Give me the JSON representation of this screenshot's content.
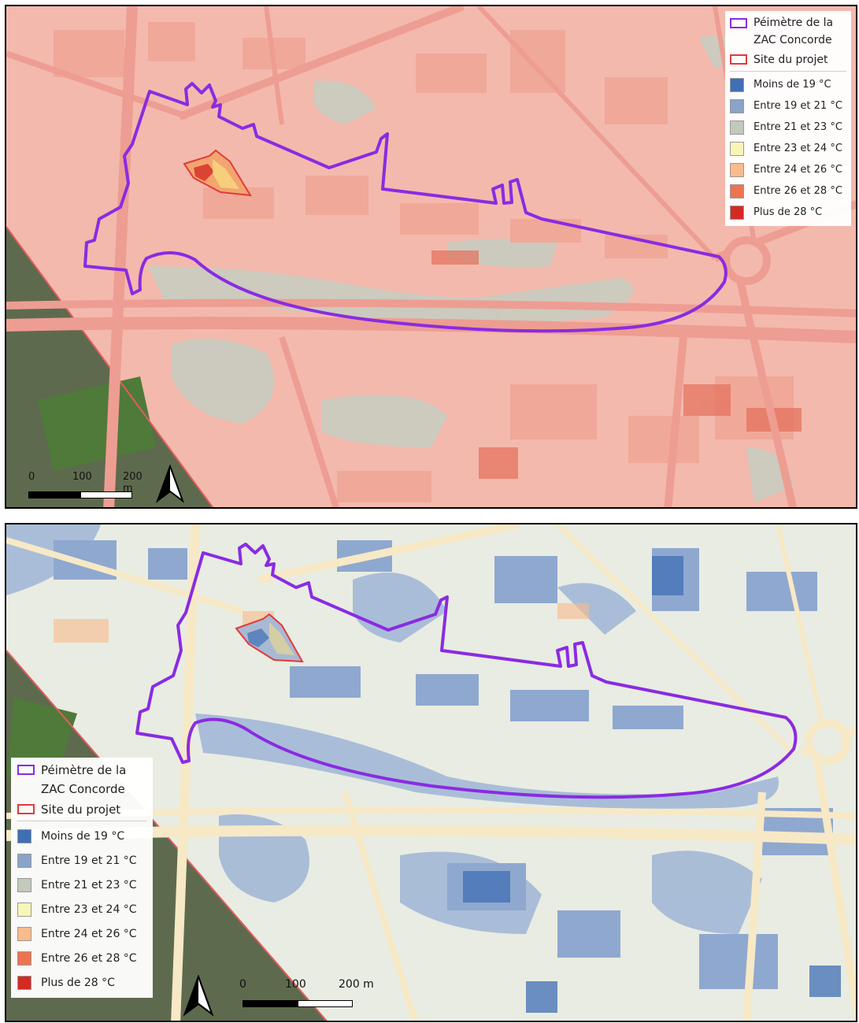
{
  "legend_labels": {
    "perimeter_line1": "Péimètre de la",
    "perimeter_line2": "ZAC Concorde",
    "site": "Site du projet"
  },
  "perimeter_color": "#8a2be2",
  "site_color": "#e03a3a",
  "temperature_classes": [
    {
      "label": "Moins de 19 °C",
      "color": "#3f6fb4"
    },
    {
      "label": "Entre 19 et 21 °C",
      "color": "#8aa3c8"
    },
    {
      "label": "Entre 21 et 23 °C",
      "color": "#c3c9bd"
    },
    {
      "label": "Entre 23 et 24 °C",
      "color": "#f8f5b6"
    },
    {
      "label": "Entre 24 et 26 °C",
      "color": "#f8bb8c"
    },
    {
      "label": "Entre 26 et 28 °C",
      "color": "#ed7450"
    },
    {
      "label": "Plus de 28 °C",
      "color": "#d42a23"
    }
  ],
  "scale_bar": {
    "label_0": "0",
    "label_1": "100",
    "label_2": "200 m"
  },
  "maps": [
    {
      "name": "top-map",
      "background": "#f3b9ad",
      "road_color": "#ee9d92",
      "cool_color": "#c6cdc1",
      "building_color": "#f1a08f"
    },
    {
      "name": "bottom-map",
      "background": "#e9ece2",
      "road_color": "#f7e9c6",
      "cool_color": "#9fb5d6",
      "building_color": "#a9b9d3"
    }
  ]
}
